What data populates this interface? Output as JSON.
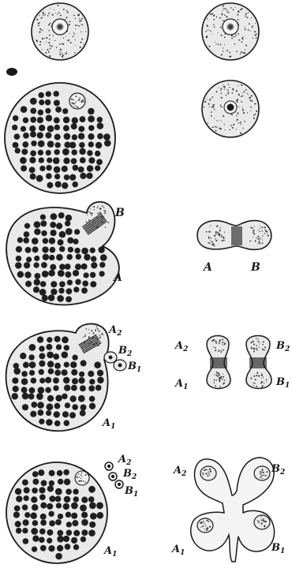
{
  "colors": {
    "ink": "#1a1a1a",
    "cytoplasm": "#e9e9e9",
    "yolk": "#1f1f1f",
    "paper": "#ffffff"
  },
  "labels": {
    "row3_left_B": "B",
    "row3_left_A": "A",
    "row3_right_A": "A",
    "row3_right_B": "B",
    "row4_left_A2": "A2",
    "row4_left_B2": "B2",
    "row4_left_B1": "B1",
    "row4_left_A1": "A1",
    "row4_right_A2": "A2",
    "row4_right_B2": "B2",
    "row4_right_A1": "A1",
    "row4_right_B1": "B1",
    "row5_left_A2": "A2",
    "row5_left_B2": "B2",
    "row5_left_B1": "B1",
    "row5_left_A1": "A1",
    "row5_right_A2": "A2",
    "row5_right_B2": "B2",
    "row5_right_A1": "A1",
    "row5_right_B1": "B1"
  }
}
